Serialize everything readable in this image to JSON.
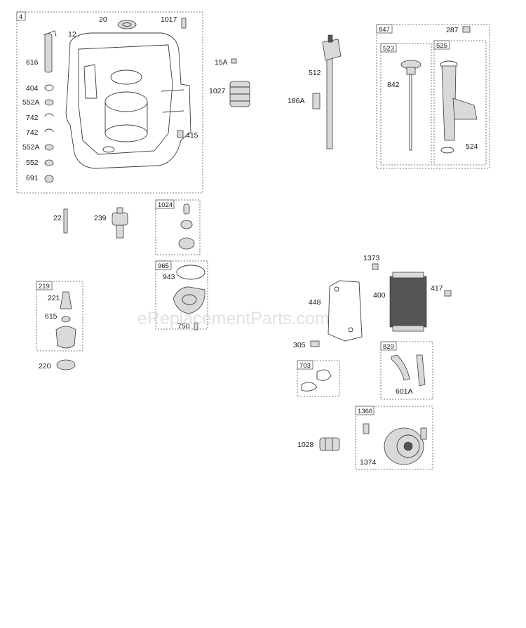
{
  "watermark": "eReplacementParts.com",
  "groups": {
    "g4": "4",
    "g1024": "1024",
    "g965": "965",
    "g219": "219",
    "g847": "847",
    "g523": "523",
    "g525": "525",
    "g703": "703",
    "g829": "829",
    "g1366": "1366"
  },
  "parts": {
    "p20": "20",
    "p1017": "1017",
    "p12": "12",
    "p616": "616",
    "p404": "404",
    "p552A_1": "552A",
    "p742_1": "742",
    "p742_2": "742",
    "p552A_2": "552A",
    "p552": "552",
    "p691": "691",
    "p15A": "15A",
    "p1027": "1027",
    "p415": "415",
    "p512": "512",
    "p186A": "186A",
    "p287": "287",
    "p842": "842",
    "p524": "524",
    "p22": "22",
    "p239": "239",
    "p943": "943",
    "p750": "750",
    "p221": "221",
    "p615": "615",
    "p220": "220",
    "p1373": "1373",
    "p448": "448",
    "p400": "400",
    "p417": "417",
    "p305": "305",
    "p601A": "601A",
    "p1028": "1028",
    "p1374": "1374"
  }
}
